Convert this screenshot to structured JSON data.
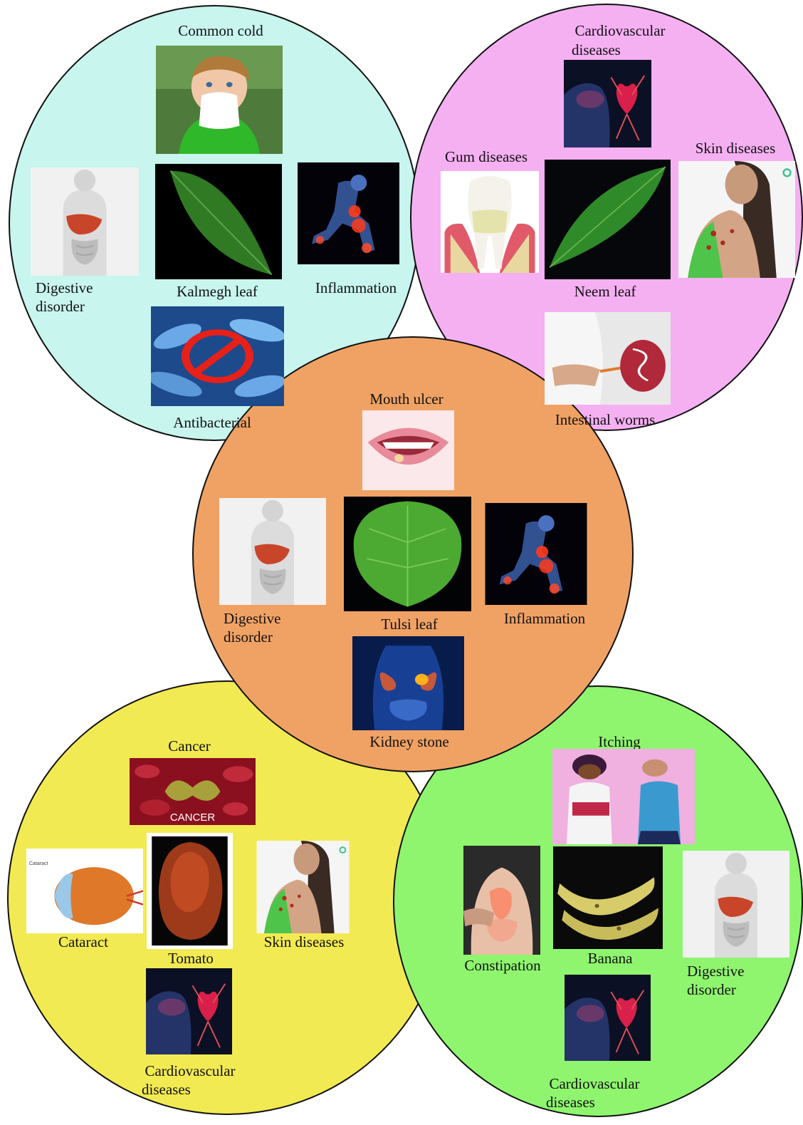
{
  "colors": {
    "kalmegh_circle": "#c8f5ee",
    "neem_circle": "#f5b0f2",
    "tulsi_circle": "#f0a264",
    "tomato_circle": "#f2ea52",
    "banana_circle": "#8ff56f",
    "outline": "#111111"
  },
  "kalmegh": {
    "plant": "Kalmegh leaf",
    "common_cold": "Common cold",
    "digestive_1": "Digestive",
    "digestive_2": "disorder",
    "inflammation": "Inflammation",
    "antibacterial": "Antibacterial"
  },
  "neem": {
    "plant": "Neem leaf",
    "cardio_1": "Cardiovascular",
    "cardio_2": "diseases",
    "gum": "Gum diseases",
    "skin": "Skin diseases",
    "worms": "Intestinal worms"
  },
  "tulsi": {
    "plant": "Tulsi leaf",
    "mouth_ulcer": "Mouth ulcer",
    "digestive_1": "Digestive",
    "digestive_2": "disorder",
    "inflammation": "Inflammation",
    "kidney": "Kidney stone"
  },
  "tomato": {
    "plant": "Tomato",
    "cancer": "Cancer",
    "cancer_banner": "CANCER",
    "cataract": "Cataract",
    "cataract_small": "Cataract",
    "skin": "Skin diseases",
    "cardio_1": "Cardiovascular",
    "cardio_2": "diseases"
  },
  "banana": {
    "plant": "Banana",
    "itching": "Itching",
    "constipation": "Constipation",
    "digestive_1": "Digestive",
    "digestive_2": "disorder",
    "cardio_1": "Cardiovascular",
    "cardio_2": "diseases"
  }
}
